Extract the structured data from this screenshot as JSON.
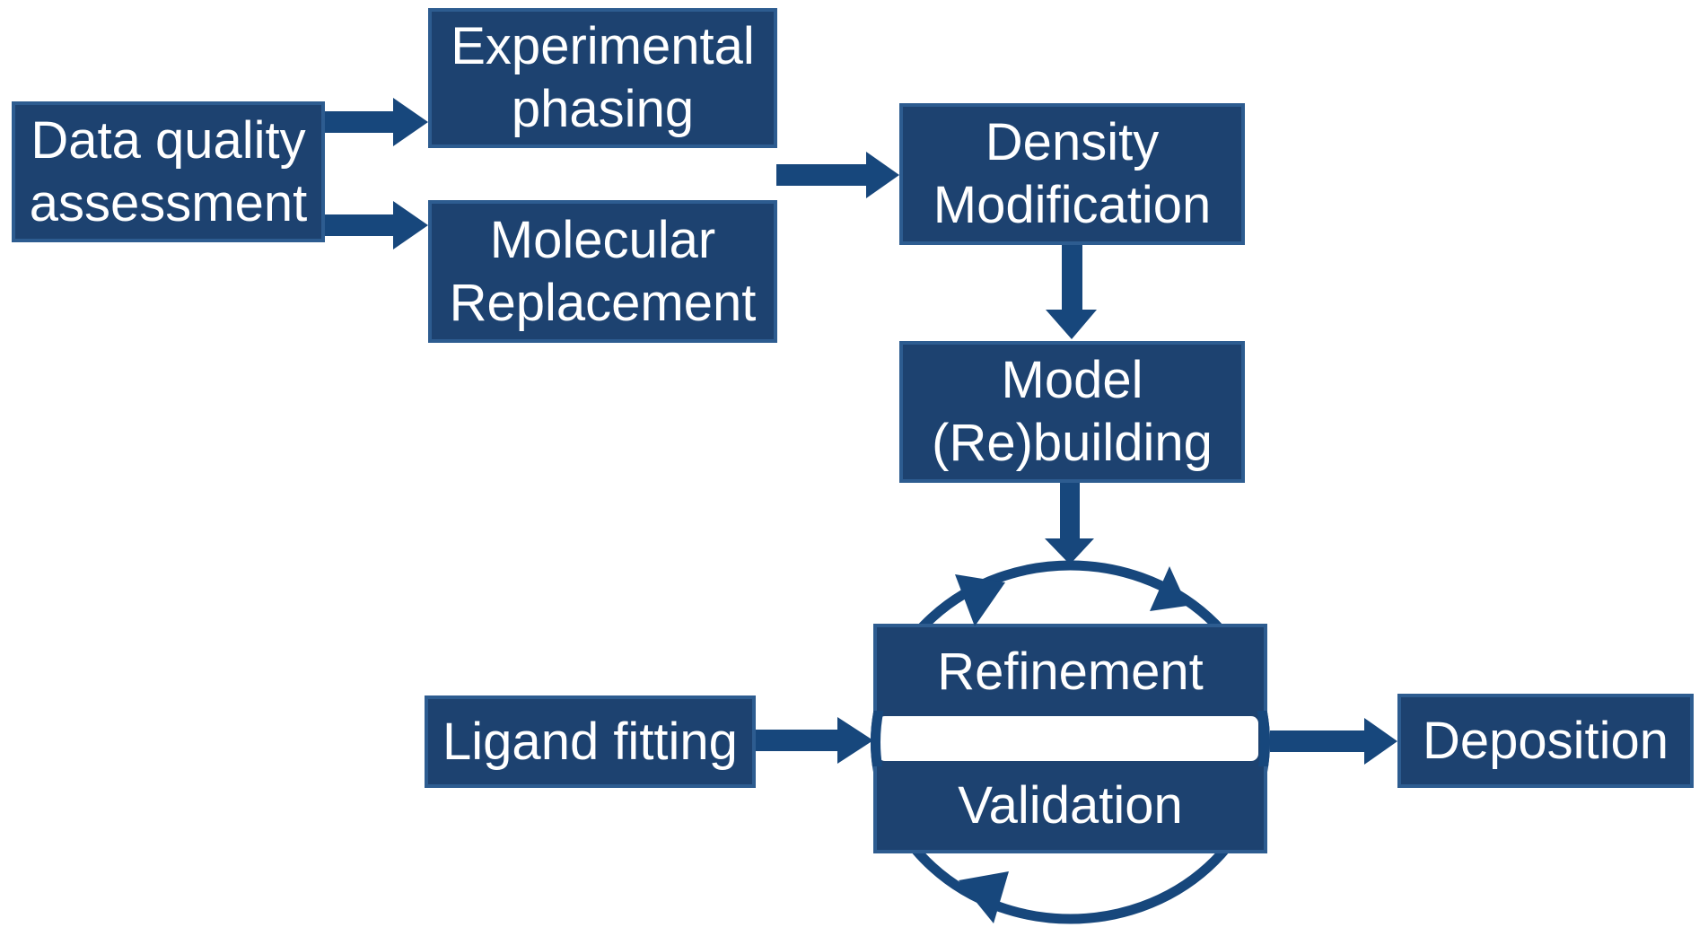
{
  "boxes": {
    "data_quality": {
      "line1": "Data quality",
      "line2": "assessment"
    },
    "experimental_phasing": {
      "line1": "Experimental",
      "line2": "phasing"
    },
    "molecular_replacement": {
      "line1": "Molecular",
      "line2": "Replacement"
    },
    "density_modification": {
      "line1": "Density",
      "line2": "Modification"
    },
    "model_rebuilding": {
      "line1": "Model",
      "line2": "(Re)building"
    },
    "refinement": {
      "label": "Refinement"
    },
    "validation": {
      "label": "Validation"
    },
    "ligand_fitting": {
      "label": "Ligand fitting"
    },
    "deposition": {
      "label": "Deposition"
    }
  },
  "icons": {
    "flow_arrows": [
      "arrow-dqa-to-experimental-phasing",
      "arrow-dqa-to-molecular-replacement",
      "arrow-phasing-to-density-modification",
      "arrow-density-to-model-rebuilding",
      "arrow-model-to-cycle",
      "arrow-ligand-to-cycle",
      "arrow-cycle-to-deposition"
    ],
    "cycle": "refinement-validation-cycle"
  },
  "colors": {
    "box_fill": "#1d4270",
    "box_border": "#2d5c90",
    "arrow": "#17477c",
    "text": "#ffffff",
    "background": "#ffffff"
  }
}
